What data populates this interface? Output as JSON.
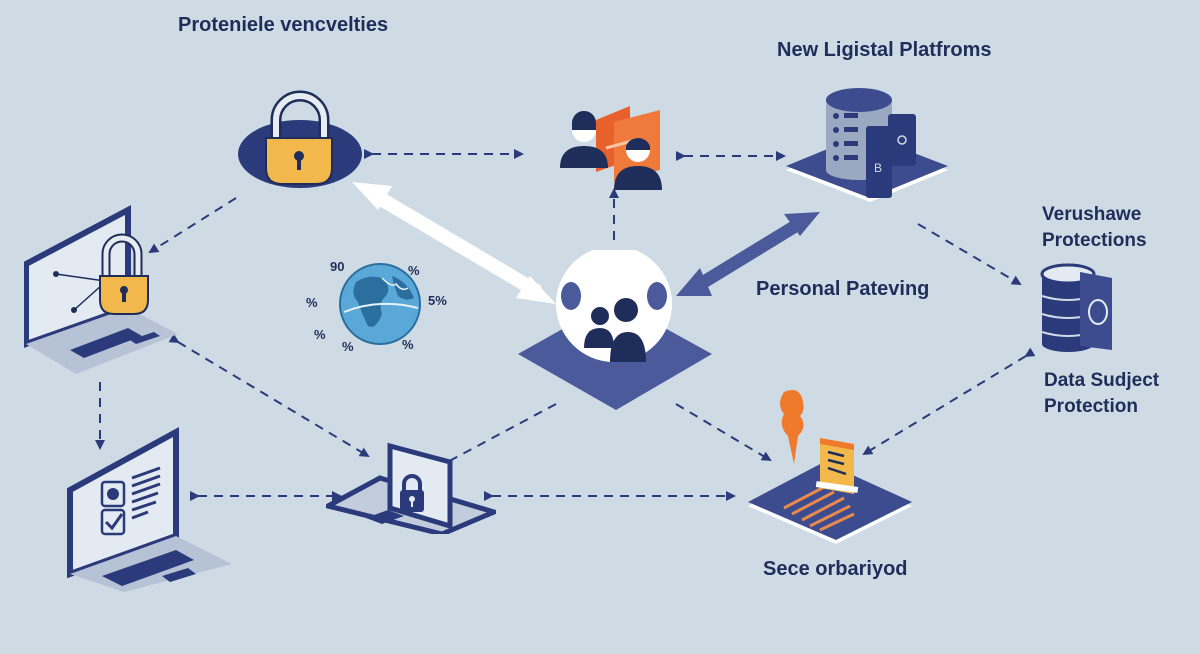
{
  "labels": {
    "top_left": "Proteniele vencvelties",
    "top_right": "New Ligistal Platfroms",
    "right_upper_line1": "Verushawe",
    "right_upper_line2": "Protections",
    "center_right": "Personal Pateving",
    "right_lower_line1": "Data Sudject",
    "right_lower_line2": "Protection",
    "bottom_center": "Sece orbariyod"
  },
  "globe": {
    "annotations": [
      "90",
      "%",
      "%",
      "5%",
      "%",
      "%",
      "%"
    ]
  },
  "colors": {
    "background": "#cfdbe4",
    "navy": "#2b3a7a",
    "dark_navy": "#1f2d5a",
    "platform_blue": "#4a5a9a",
    "lock_yellow": "#f2b84b",
    "accent_orange": "#e8612c",
    "globe_blue": "#4f9fd1",
    "white": "#ffffff"
  },
  "nodes": [
    {
      "id": "padlock",
      "icon": "padlock-icon"
    },
    {
      "id": "users-exchange",
      "icon": "users-exchange-icon"
    },
    {
      "id": "database-platform",
      "icon": "database-server-icon"
    },
    {
      "id": "laptop-lock",
      "icon": "laptop-lock-icon"
    },
    {
      "id": "globe",
      "icon": "globe-icon"
    },
    {
      "id": "central-hub",
      "icon": "user-group-icon"
    },
    {
      "id": "database-document",
      "icon": "database-document-icon"
    },
    {
      "id": "laptop-checklist",
      "icon": "laptop-checklist-icon"
    },
    {
      "id": "laptop-secure",
      "icon": "laptop-secure-icon"
    },
    {
      "id": "document-platform",
      "icon": "document-flag-icon"
    }
  ]
}
